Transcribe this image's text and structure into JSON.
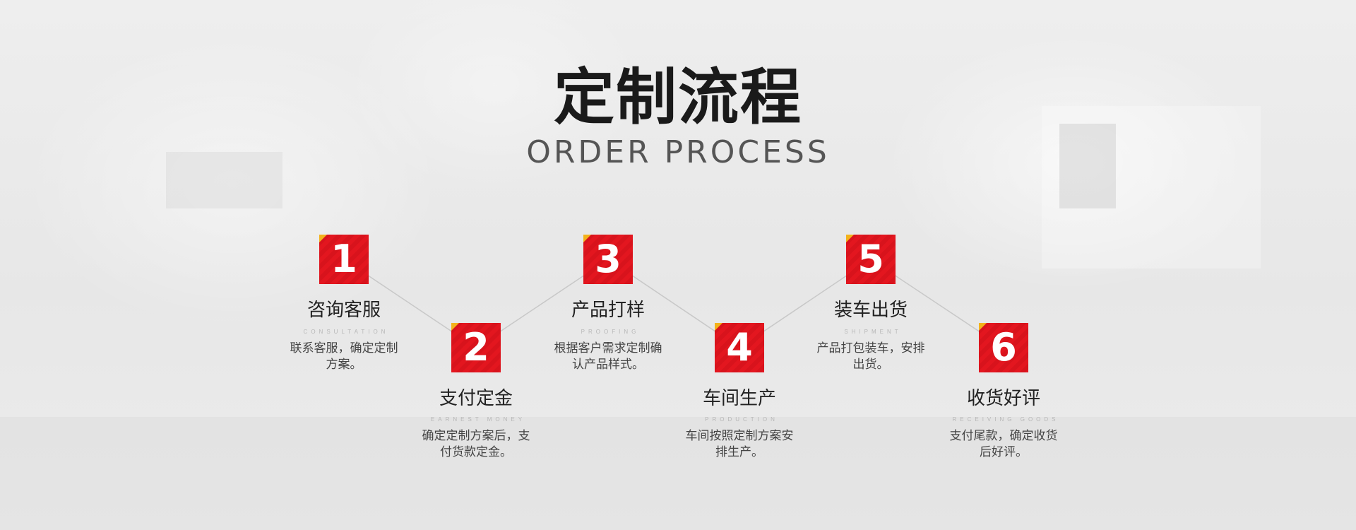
{
  "header": {
    "title": "定制流程",
    "subtitle": "ORDER PROCESS"
  },
  "colors": {
    "accent": "#e3161f",
    "corner": "#f3b21b"
  },
  "steps": [
    {
      "number": "1",
      "title": "咨询客服",
      "en": "CONSULTATION",
      "desc": "联系客服，确定定制方案。"
    },
    {
      "number": "2",
      "title": "支付定金",
      "en": "EARNEST MONEY",
      "desc": "确定定制方案后，支付货款定金。"
    },
    {
      "number": "3",
      "title": "产品打样",
      "en": "PROOFING",
      "desc": "根据客户需求定制确认产品样式。"
    },
    {
      "number": "4",
      "title": "车间生产",
      "en": "PRODUCTION",
      "desc": "车间按照定制方案安排生产。"
    },
    {
      "number": "5",
      "title": "装车出货",
      "en": "SHIPMENT",
      "desc": "产品打包装车，安排出货。"
    },
    {
      "number": "6",
      "title": "收货好评",
      "en": "RECEIVING GOODS",
      "desc": "支付尾款，确定收货后好评。"
    }
  ]
}
